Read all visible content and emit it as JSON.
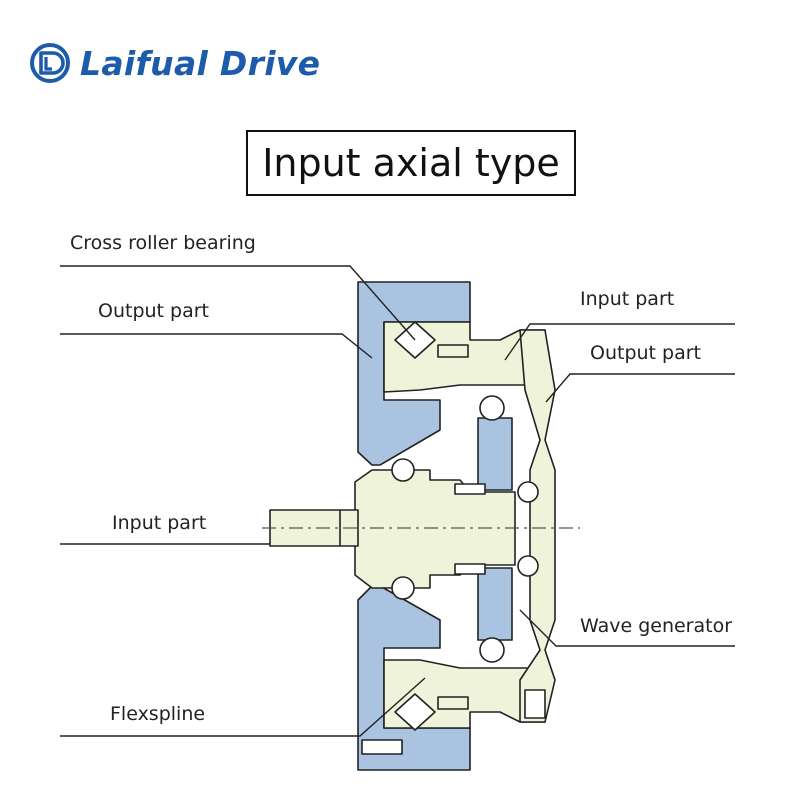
{
  "brand": {
    "name": "Laifual Drive",
    "color": "#1d5bab",
    "logo_icon": "laifual-logo-icon"
  },
  "title": "Input axial type",
  "labels": {
    "cross_roller_bearing": "Cross roller bearing",
    "output_part_left": "Output part",
    "input_part_top": "Input part",
    "output_part_right": "Output part",
    "input_part_left": "Input part",
    "wave_generator": "Wave generator",
    "flexspline": "Flexspline"
  },
  "colors": {
    "blue_part": "#a9c3e0",
    "cream_part": "#eef3da",
    "outline": "#222222",
    "text": "#222222"
  }
}
